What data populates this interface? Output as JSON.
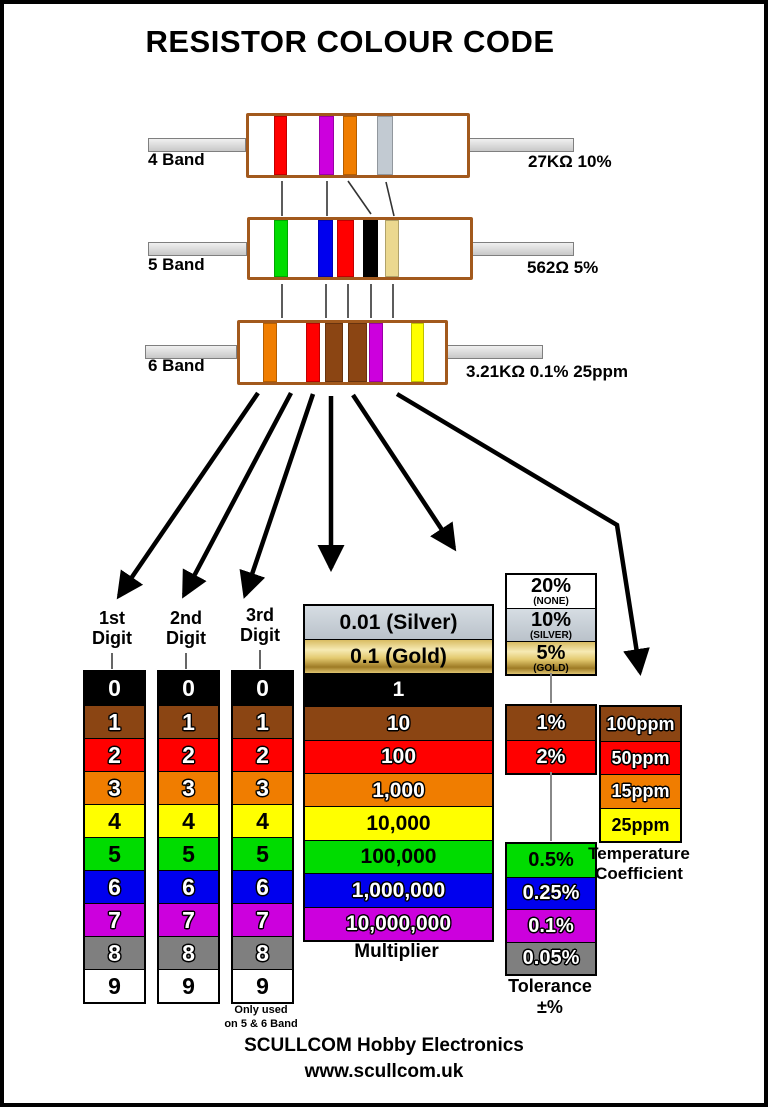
{
  "title": "RESISTOR COLOUR CODE",
  "colors": {
    "black": "#000000",
    "brown": "#8B4513",
    "red": "#FF0000",
    "orange": "#F07D00",
    "yellow": "#FFFF00",
    "green": "#00DC00",
    "blue": "#0000EE",
    "violet": "#CC00DD",
    "grey": "#7F7F7F",
    "white": "#FFFFFF",
    "silver": "#C2CAD2",
    "gold": "#EBD88F",
    "resistor_body_border": "#A2591D",
    "lead_grey": "#C8C8C8"
  },
  "resistors": [
    {
      "label": "4 Band",
      "value": "27KΩ 10%",
      "bands": [
        "red",
        "violet",
        "orange",
        "silver"
      ]
    },
    {
      "label": "5 Band",
      "value": "562Ω 5%",
      "bands": [
        "green",
        "blue",
        "red",
        "black",
        "gold"
      ]
    },
    {
      "label": "6 Band",
      "value": "3.21KΩ 0.1% 25ppm",
      "bands": [
        "orange",
        "red",
        "brown",
        "brown",
        "violet",
        "yellow"
      ]
    }
  ],
  "digit_columns": [
    {
      "line1": "1st",
      "line2": "Digit"
    },
    {
      "line1": "2nd",
      "line2": "Digit"
    },
    {
      "line1": "3rd",
      "line2": "Digit"
    }
  ],
  "digit_rows": [
    {
      "value": "0",
      "color": "black",
      "text": "white"
    },
    {
      "value": "1",
      "color": "brown",
      "text": "white"
    },
    {
      "value": "2",
      "color": "red",
      "text": "white"
    },
    {
      "value": "3",
      "color": "orange",
      "text": "white"
    },
    {
      "value": "4",
      "color": "yellow",
      "text": "black"
    },
    {
      "value": "5",
      "color": "green",
      "text": "black"
    },
    {
      "value": "6",
      "color": "blue",
      "text": "white"
    },
    {
      "value": "7",
      "color": "violet",
      "text": "white"
    },
    {
      "value": "8",
      "color": "grey",
      "text": "white"
    },
    {
      "value": "9",
      "color": "white",
      "text": "black"
    }
  ],
  "third_digit_note": {
    "line1": "Only used",
    "line2": "on 5 & 6 Band"
  },
  "multiplier": {
    "label": "Multiplier",
    "rows": [
      {
        "value": "0.01 (Silver)",
        "color": "silver",
        "text": "black"
      },
      {
        "value": "0.1 (Gold)",
        "color": "gold",
        "text": "black"
      },
      {
        "value": "1",
        "color": "black",
        "text": "white"
      },
      {
        "value": "10",
        "color": "brown",
        "text": "white"
      },
      {
        "value": "100",
        "color": "red",
        "text": "white"
      },
      {
        "value": "1,000",
        "color": "orange",
        "text": "white"
      },
      {
        "value": "10,000",
        "color": "yellow",
        "text": "black"
      },
      {
        "value": "100,000",
        "color": "green",
        "text": "black"
      },
      {
        "value": "1,000,000",
        "color": "blue",
        "text": "white"
      },
      {
        "value": "10,000,000",
        "color": "violet",
        "text": "white"
      }
    ]
  },
  "tolerance": {
    "label_line1": "Tolerance",
    "label_line2": "±%",
    "top_rows": [
      {
        "value": "20%",
        "sub": "(NONE)",
        "color": "white",
        "text": "black"
      },
      {
        "value": "10%",
        "sub": "(SILVER)",
        "color": "silver",
        "text": "black"
      },
      {
        "value": "5%",
        "sub": "(GOLD)",
        "color": "gold",
        "text": "black"
      }
    ],
    "mid_rows": [
      {
        "value": "1%",
        "color": "brown",
        "text": "white"
      },
      {
        "value": "2%",
        "color": "red",
        "text": "white"
      }
    ],
    "bottom_rows": [
      {
        "value": "0.5%",
        "color": "green",
        "text": "black"
      },
      {
        "value": "0.25%",
        "color": "blue",
        "text": "white"
      },
      {
        "value": "0.1%",
        "color": "violet",
        "text": "white"
      },
      {
        "value": "0.05%",
        "color": "grey",
        "text": "white"
      }
    ]
  },
  "temp_coefficient": {
    "label_line1": "Temperature",
    "label_line2": "Coefficient",
    "rows": [
      {
        "value": "100ppm",
        "color": "brown",
        "text": "white"
      },
      {
        "value": "50ppm",
        "color": "red",
        "text": "white"
      },
      {
        "value": "15ppm",
        "color": "orange",
        "text": "white"
      },
      {
        "value": "25ppm",
        "color": "yellow",
        "text": "black"
      }
    ]
  },
  "footer": {
    "line1": "SCULLCOM Hobby Electronics",
    "line2": "www.scullcom.uk"
  }
}
